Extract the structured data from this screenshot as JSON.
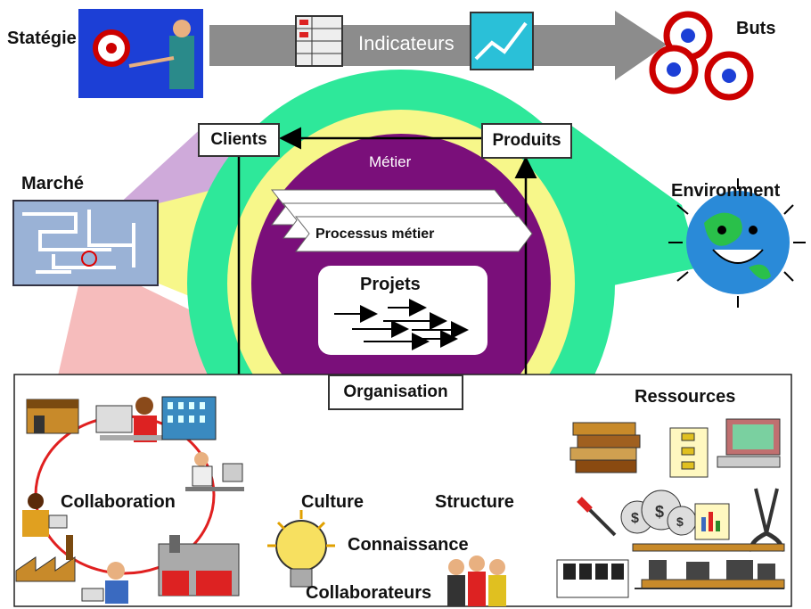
{
  "top": {
    "strategy": "Statégie",
    "indicators": "Indicateurs",
    "goals": "Buts"
  },
  "market": {
    "label": "Marché"
  },
  "environment": {
    "label": "Environment"
  },
  "core": {
    "clients": "Clients",
    "products": "Produits",
    "business": "Métier",
    "business_process": "Processus métier",
    "projects": "Projets",
    "organisation": "Organisation"
  },
  "bottom": {
    "collaboration": "Collaboration",
    "culture": "Culture",
    "structure": "Structure",
    "knowledge": "Connaissance",
    "collaborators": "Collaborateurs",
    "resources": "Ressources"
  },
  "colors": {
    "outer_ring": "#2ee89a",
    "middle_ring": "#f7f78a",
    "inner_circle": "#7a0f7a",
    "arrow_band": "#8c8c8c",
    "collab_ring": "#e02020"
  }
}
